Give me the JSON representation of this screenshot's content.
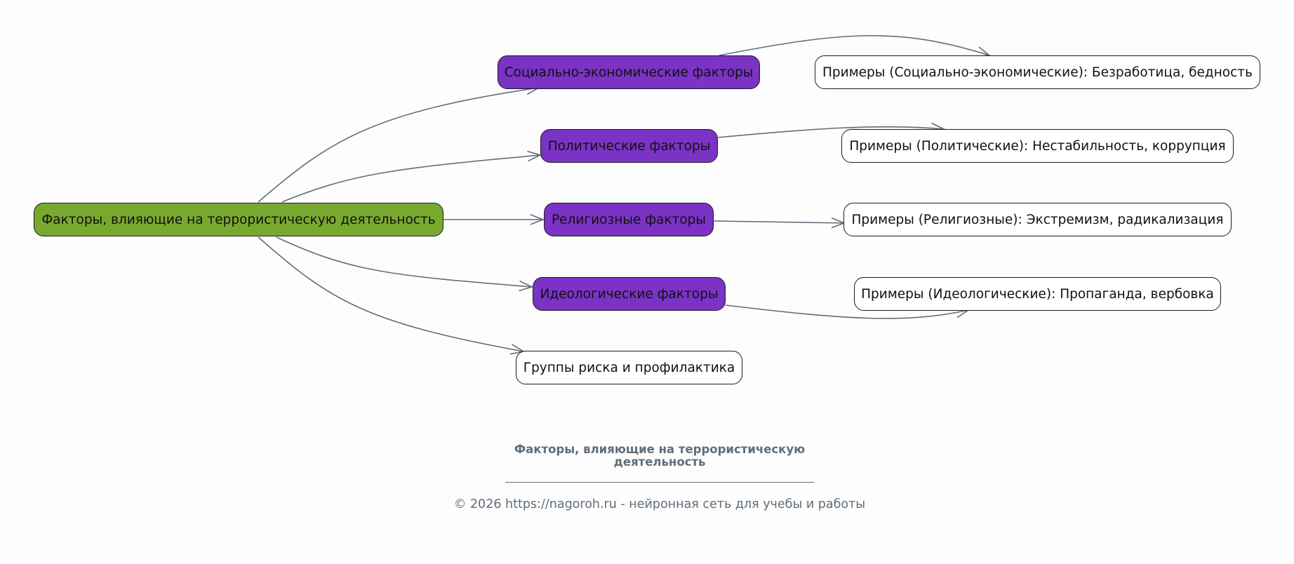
{
  "colors": {
    "root_fill": "#78a92e",
    "factor_fill": "#7a33c4",
    "example_fill": "#ffffff",
    "edge": "#5f6e7c",
    "footer_text": "#5f6e7c"
  },
  "nodes": {
    "root": "Факторы, влияющие на террористическую деятельность",
    "socio_economic": "Социально-экономические факторы",
    "political": "Политические факторы",
    "religious": "Религиозные факторы",
    "ideological": "Идеологические факторы",
    "risk_groups": "Группы риска и профилактика",
    "example_socio_economic": "Примеры (Социально-экономические): Безработица, бедность",
    "example_political": "Примеры (Политические): Нестабильность, коррупция",
    "example_religious": "Примеры (Религиозные): Экстремизм, радикализация",
    "example_ideological": "Примеры (Идеологические): Пропаганда, вербовка"
  },
  "edges": [
    {
      "from": "root",
      "to": "socio_economic"
    },
    {
      "from": "root",
      "to": "political"
    },
    {
      "from": "root",
      "to": "religious"
    },
    {
      "from": "root",
      "to": "ideological"
    },
    {
      "from": "root",
      "to": "risk_groups"
    },
    {
      "from": "socio_economic",
      "to": "example_socio_economic"
    },
    {
      "from": "political",
      "to": "example_political"
    },
    {
      "from": "religious",
      "to": "example_religious"
    },
    {
      "from": "ideological",
      "to": "example_ideological"
    }
  ],
  "footer": {
    "title_line1": "Факторы, влияющие на террористическую",
    "title_line2": "деятельность",
    "copyright": "© 2026 https://nagoroh.ru - нейронная сеть для учебы и работы"
  }
}
